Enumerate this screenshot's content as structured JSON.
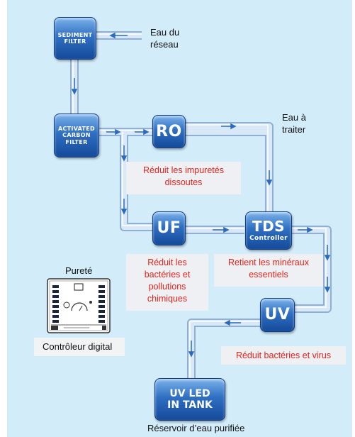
{
  "units": {
    "sediment": [
      "SEDIMENT",
      "FILTER"
    ],
    "carbon": [
      "ACTIVATED",
      "CARBON",
      "FILTER"
    ],
    "ro": "RO",
    "uf": "UF",
    "tds": {
      "main": "TDS",
      "sub": "Controller"
    },
    "uv": "UV",
    "tank": [
      "UV LED",
      "IN TANK"
    ]
  },
  "labels": {
    "eau_reseau": [
      "Eau du",
      "réseau"
    ],
    "eau_traiter": [
      "Eau à",
      "traiter"
    ],
    "purete": "Pureté",
    "controleur": "Contrôleur digital",
    "reservoir": "Réservoir d’eau purifiée"
  },
  "notes": {
    "ro": [
      "Réduit les impuretés",
      "dissoutes"
    ],
    "uf": [
      "Réduit les",
      "bactéries et",
      "pollutions",
      "chimiques"
    ],
    "tds": [
      "Retient les minéraux",
      "essentiels"
    ],
    "uv": "Réduit bactéries et virus"
  },
  "colors": {
    "pipe": "#a9c7e6",
    "arrow": "#2b6bc0",
    "note_text": "#e2231a",
    "unit_box": "#1f5aa8"
  }
}
